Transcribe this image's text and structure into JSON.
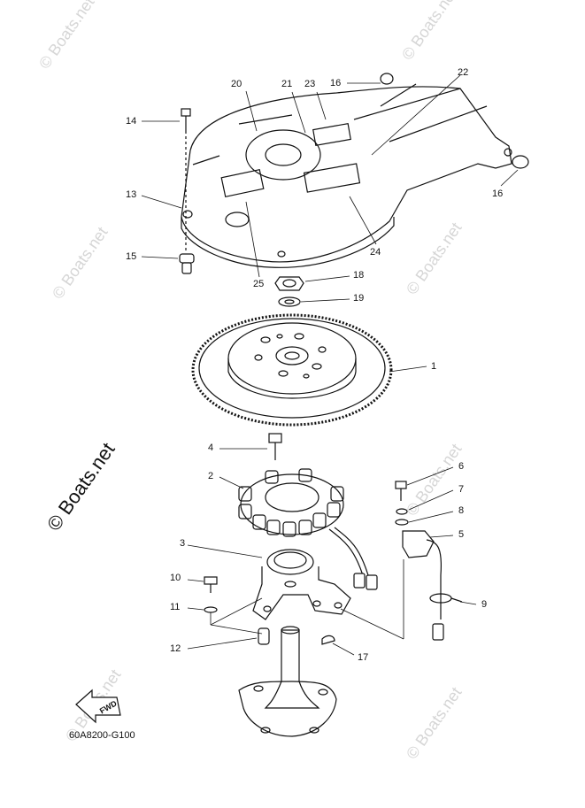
{
  "diagram": {
    "drawing_code": "60A8200-G100",
    "fwd_label": "FWD",
    "watermark_main": "© Boats.net",
    "watermark_small": "© Boats.net",
    "callouts": [
      "1",
      "2",
      "3",
      "4",
      "5",
      "6",
      "7",
      "8",
      "9",
      "10",
      "11",
      "12",
      "13",
      "14",
      "15",
      "16",
      "16",
      "17",
      "18",
      "19",
      "20",
      "21",
      "22",
      "23",
      "24",
      "25"
    ]
  }
}
